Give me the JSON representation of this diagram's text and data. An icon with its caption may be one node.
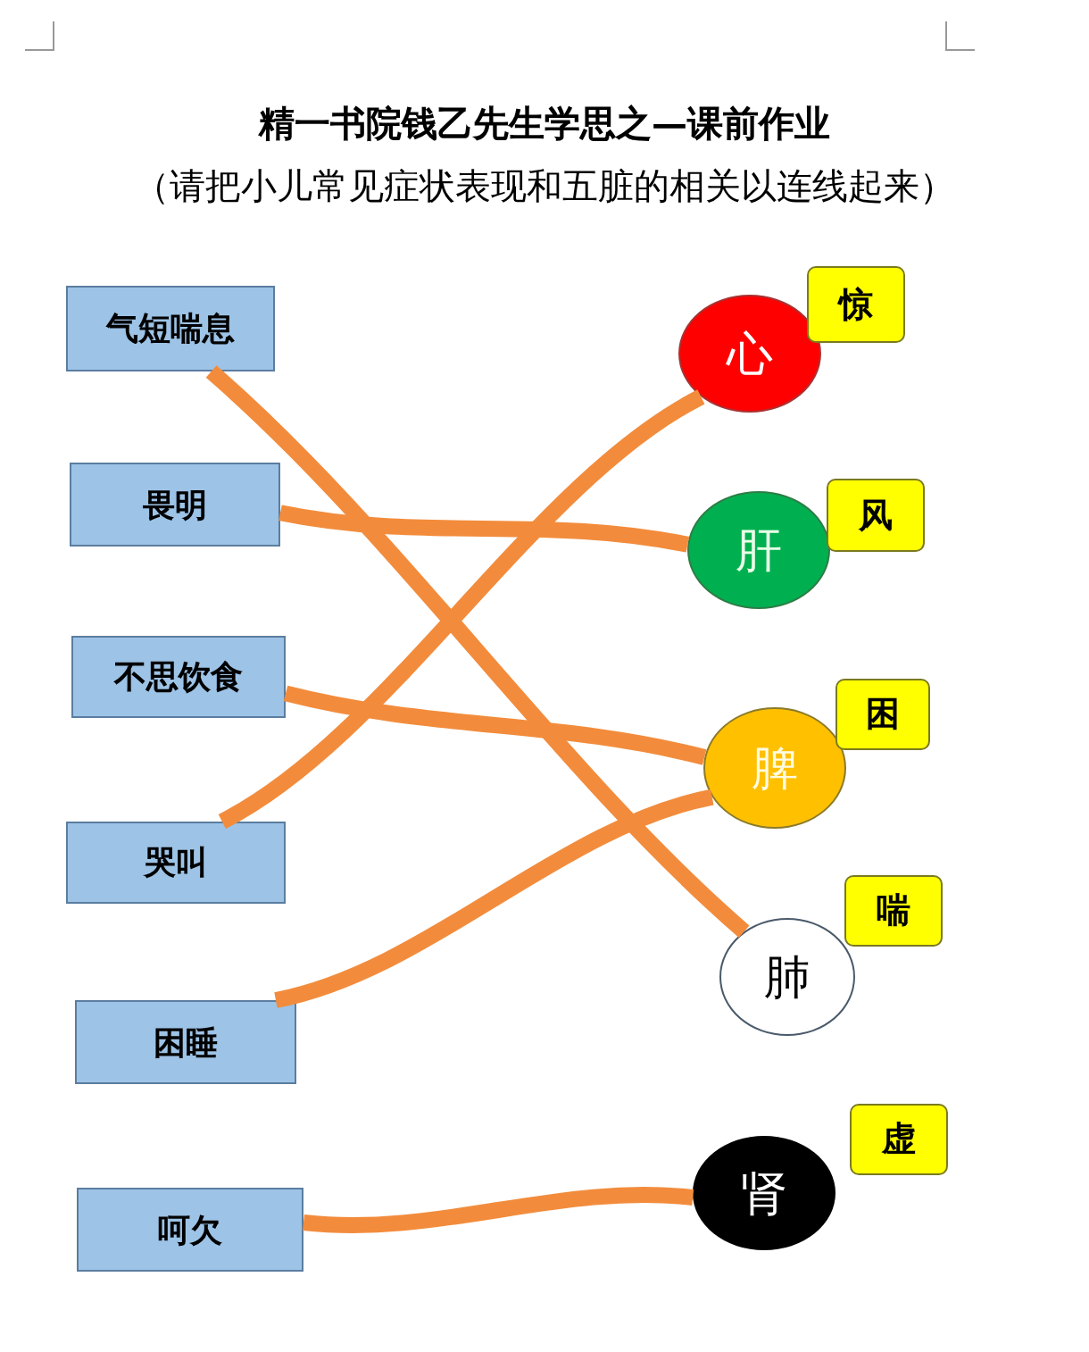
{
  "diagram": {
    "title": "精一书院钱乙先生学思之—课前作业",
    "nodes": [
      {
        "text": [
          "气短喘息"
        ]
      },
      {
        "text": [
          "畏明"
        ]
      },
      {
        "text": [
          "不思饮食"
        ]
      },
      {
        "text": [
          "哭叫"
        ]
      },
      {
        "text": [
          "困睡"
        ]
      },
      {
        "text": [
          "呵欠"
        ]
      },
      {
        "text": [
          "心"
        ]
      },
      {
        "text": [
          "肝"
        ]
      },
      {
        "text": [
          "脾"
        ]
      },
      {
        "text": [
          "肺"
        ]
      },
      {
        "text": [
          "肾"
        ]
      },
      {
        "text": [
          "惊"
        ]
      },
      {
        "text": [
          "风"
        ]
      },
      {
        "text": [
          "困"
        ]
      },
      {
        "text": [
          "喘"
        ]
      },
      {
        "text": [
          "虚"
        ]
      }
    ],
    "edges": [
      {
        "from": 0,
        "to": 9,
        "arrow": "none"
      },
      {
        "from": 1,
        "to": 7,
        "arrow": "none"
      },
      {
        "from": 2,
        "to": 8,
        "arrow": "none"
      },
      {
        "from": 3,
        "to": 6,
        "arrow": "none"
      },
      {
        "from": 4,
        "to": 8,
        "arrow": "none"
      },
      {
        "from": 5,
        "to": 10,
        "arrow": "none"
      }
    ],
    "labels": [
      "（请把小儿常见症状表现和五脏的相关以连线起来）"
    ]
  }
}
